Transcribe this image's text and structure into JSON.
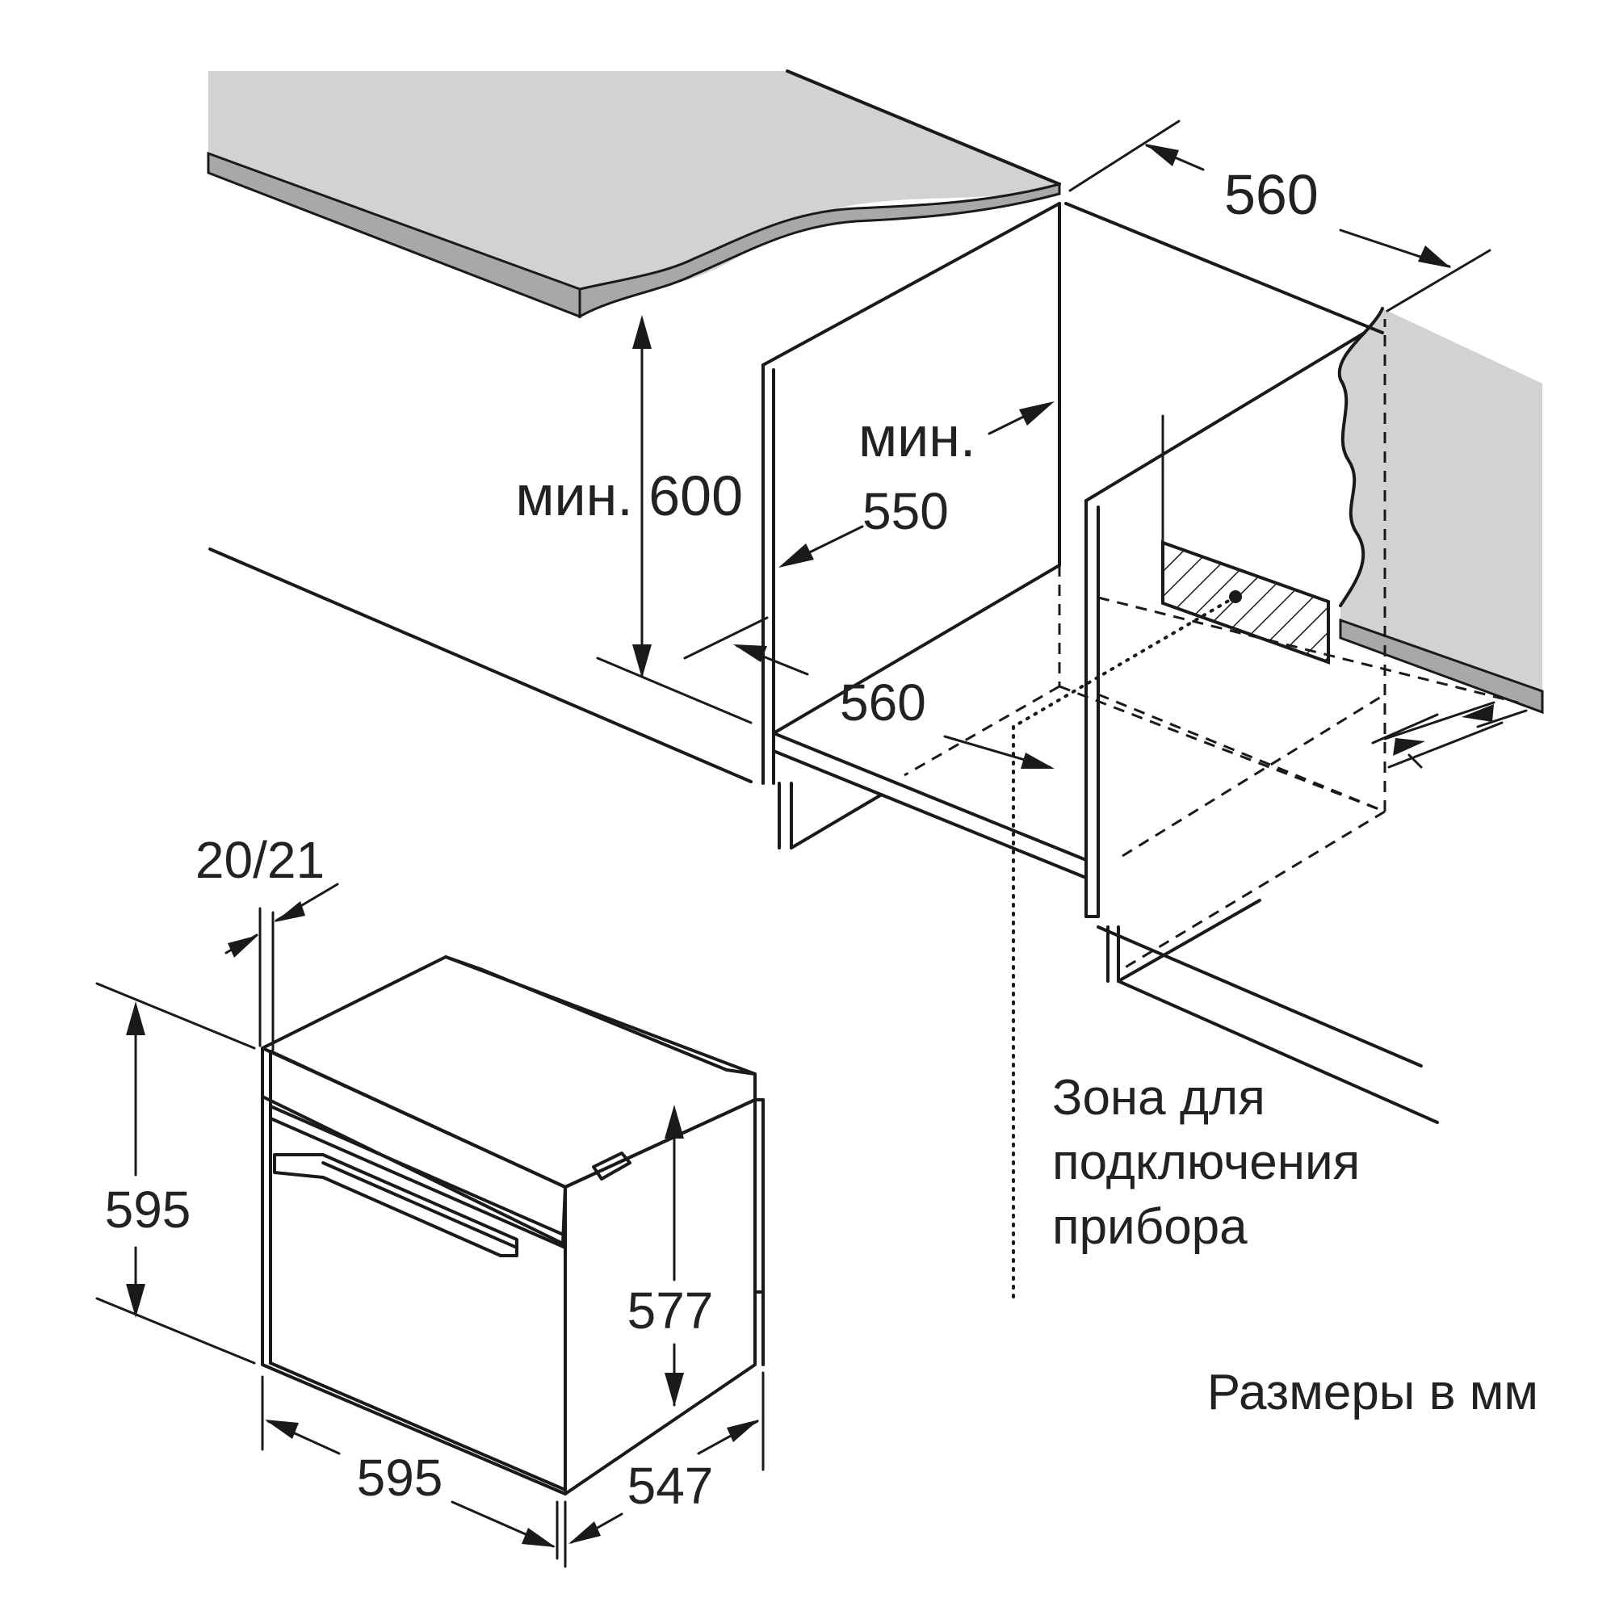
{
  "labels": {
    "cabinet_width_top": "560",
    "min_word": "мин.",
    "min_depth": "550",
    "min_height": "мин. 600",
    "niche_width_bottom": "560",
    "front_thickness": "20/21",
    "oven_height": "595",
    "oven_inner_height": "577",
    "oven_width": "595",
    "oven_depth": "547",
    "connection_zone": [
      "Зона для",
      "подключения",
      "прибора"
    ],
    "units_note": "Размеры в мм"
  },
  "colors": {
    "line": "#1a1a1a",
    "countertop": "#d2d2d2",
    "countertop_edge": "#a8a8a8"
  }
}
